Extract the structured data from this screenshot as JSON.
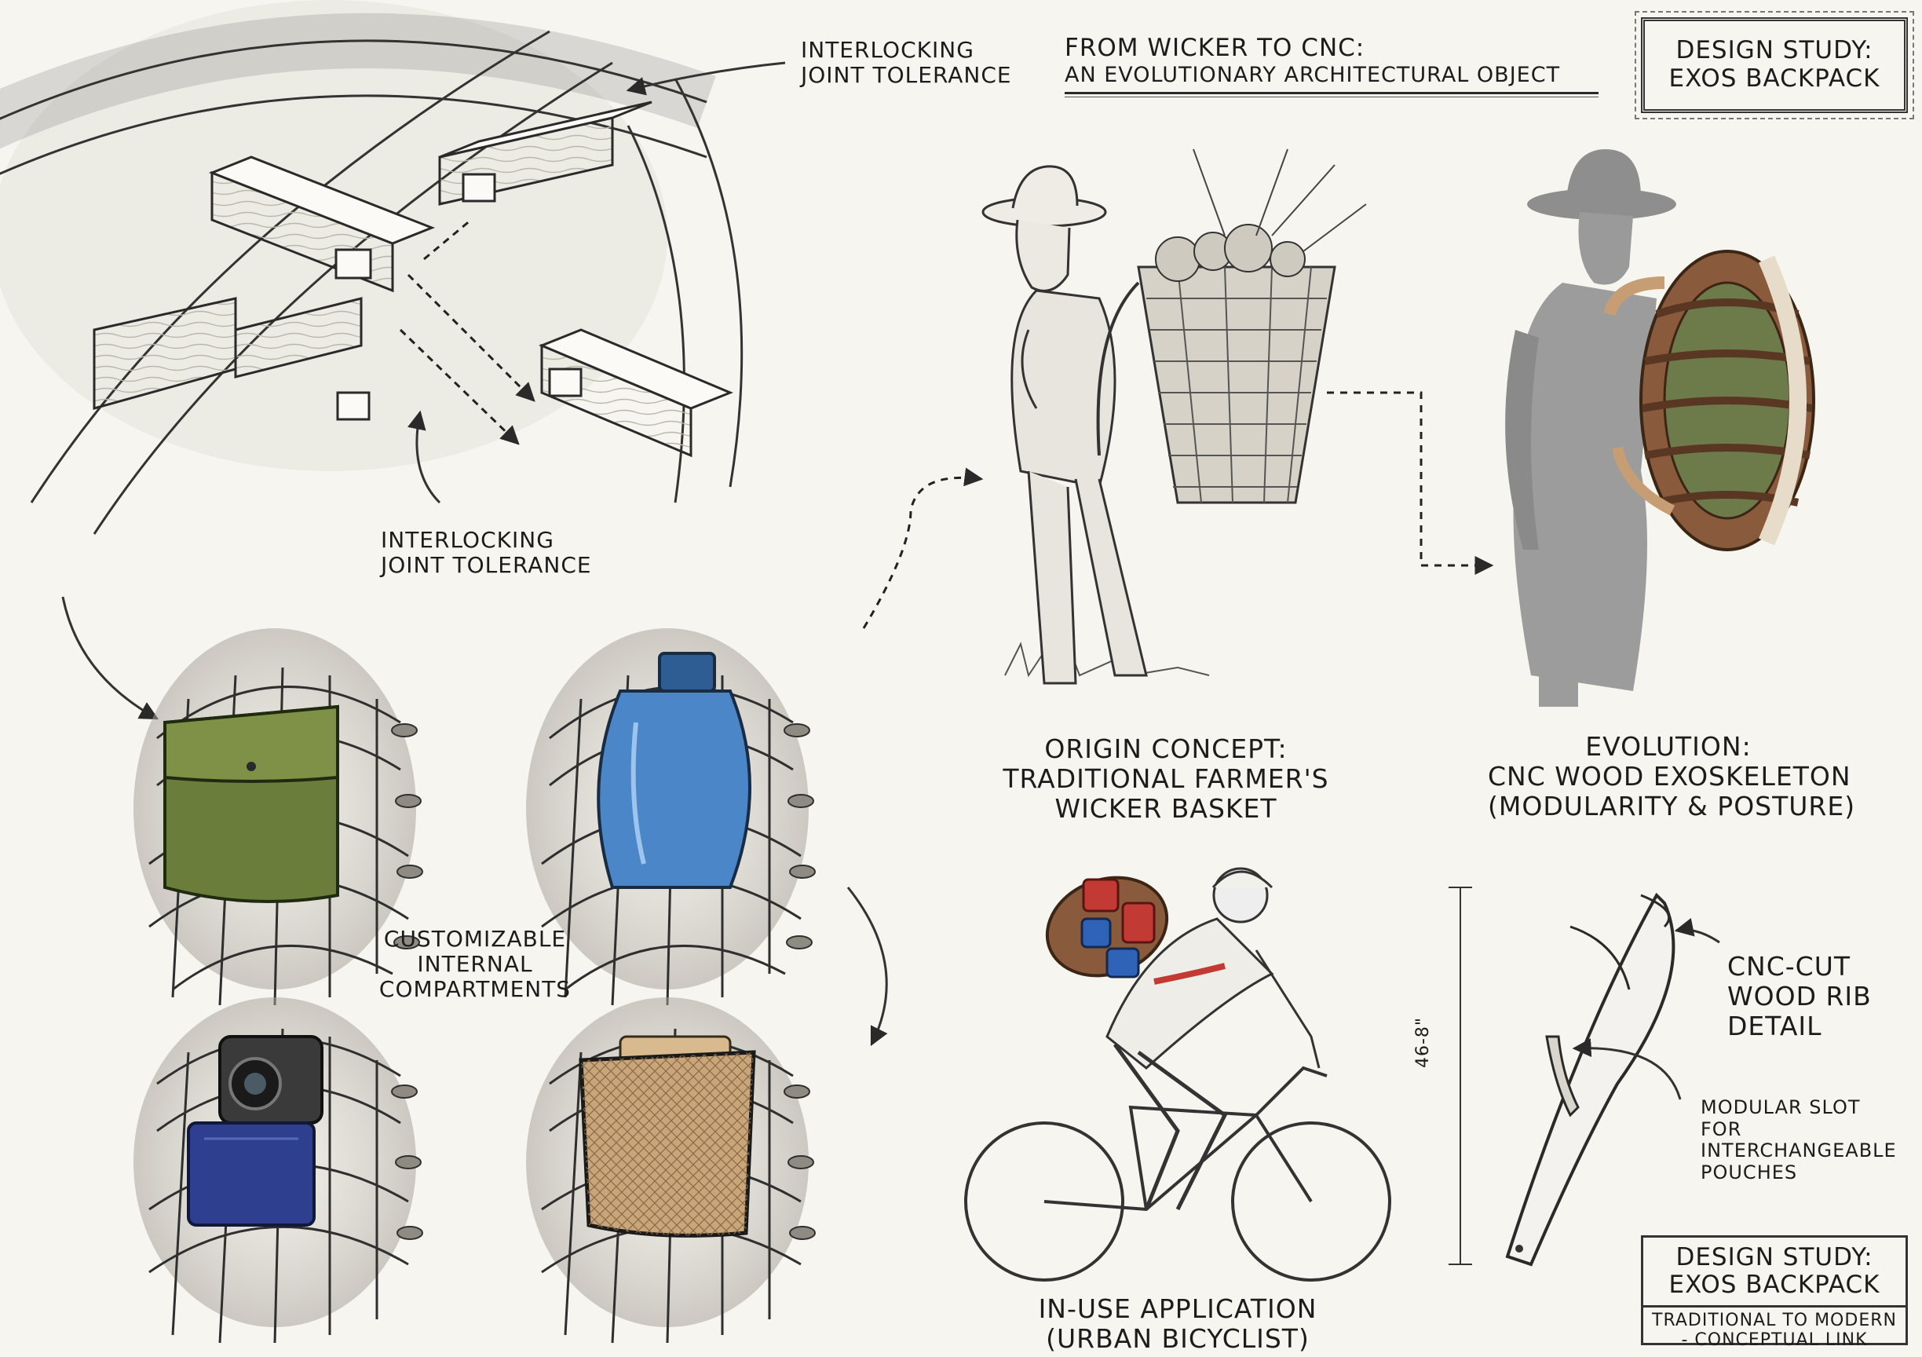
{
  "title": {
    "line1": "FROM WICKER TO CNC:",
    "line2": "AN EVOLUTIONARY ARCHITECTURAL OBJECT"
  },
  "stamp_top": {
    "line1": "DESIGN STUDY:",
    "line2": "EXOS BACKPACK"
  },
  "joint_label_top": {
    "line1": "INTERLOCKING",
    "line2": "JOINT TOLERANCE"
  },
  "joint_label_mid": {
    "line1": "INTERLOCKING",
    "line2": "JOINT TOLERANCE"
  },
  "compartments_label": {
    "line1": "CUSTOMIZABLE",
    "line2": "INTERNAL",
    "line3": "COMPARTMENTS"
  },
  "origin_label": {
    "line1": "ORIGIN CONCEPT:",
    "line2": "TRADITIONAL FARMER'S",
    "line3": "WICKER BASKET"
  },
  "evolution_label": {
    "line1": "EVOLUTION:",
    "line2": "CNC WOOD EXOSKELETON",
    "line3": "(MODULARITY & POSTURE)"
  },
  "inuse_label": {
    "line1": "IN-USE APPLICATION",
    "line2": "(URBAN BICYCLIST)"
  },
  "rib_label": {
    "line1": "CNC-CUT",
    "line2": "WOOD RIB",
    "line3": "DETAIL"
  },
  "slot_label": {
    "line1": "MODULAR SLOT",
    "line2": "FOR",
    "line3": "INTERCHANGEABLE",
    "line4": "POUCHES"
  },
  "dimension_label": "46-8\"",
  "stamp_bottom": {
    "line1": "DESIGN STUDY:",
    "line2": "EXOS BACKPACK",
    "sub1": "TRADITIONAL TO MODERN",
    "sub2": "- CONCEPTUAL LINK"
  },
  "colors": {
    "paper": "#f7f5f0",
    "ink": "#1f1f1f",
    "wood": "#8a5a3c",
    "wood_light": "#c79d74",
    "pouch_green": "#6b7d3a",
    "pouch_blue": "#4a86c8",
    "cube_navy": "#2f3f8f",
    "mesh_tan": "#c9a57a",
    "strap_red": "#c23a33"
  }
}
